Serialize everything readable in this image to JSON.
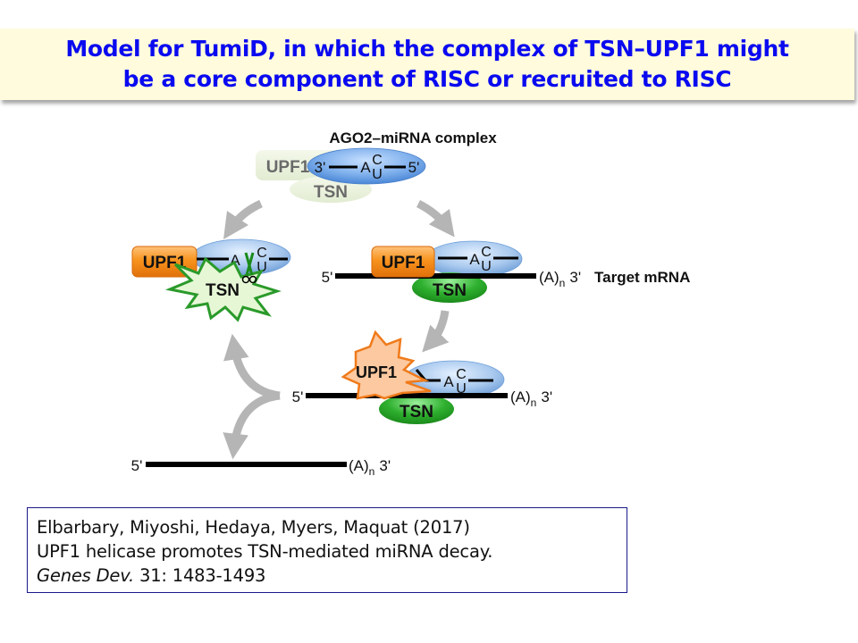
{
  "banner": {
    "line1": "Model for TumiD, in which the complex of TSN–UPF1 might",
    "line2": "be a core component of RISC or recruited to RISC"
  },
  "diagram": {
    "top_complex": {
      "title": "AGO2–miRNA complex",
      "upf1": "UPF1",
      "tsn": "TSN",
      "end3": "3'",
      "end5": "5'",
      "nt_a": "A",
      "nt_c": "C",
      "nt_u": "U"
    },
    "left_complex": {
      "upf1": "UPF1",
      "tsn": "TSN",
      "nt_a": "A",
      "nt_c": "C",
      "nt_u": "U",
      "scissors": "scissors"
    },
    "right_complex": {
      "upf1": "UPF1",
      "tsn": "TSN",
      "nt_a": "A",
      "nt_c": "C",
      "nt_u": "U",
      "end5": "5'",
      "polyA": "(A)",
      "polyA_sub": "n",
      "end3": "3'",
      "target_label": "Target mRNA"
    },
    "middle_complex": {
      "upf1": "UPF1",
      "tsn": "TSN",
      "nt_a": "A",
      "nt_c": "C",
      "nt_u": "U",
      "end5": "5'",
      "polyA": "(A)",
      "polyA_sub": "n",
      "end3": "3'"
    },
    "bottom_mrna": {
      "end5": "5'",
      "polyA": "(A)",
      "polyA_sub": "n",
      "end3": "3'"
    },
    "colors": {
      "upf1_orange": "#f58a1f",
      "tsn_green": "#2fb02f",
      "ago_blue": "#a9c9ee",
      "arrow_gray": "#b5b5b5",
      "burst_green_stroke": "#2a9a2a",
      "burst_green_fill": "#e6f7d6",
      "burst_orange_fill": "#fcc9a0"
    }
  },
  "reference": {
    "authors": "Elbarbary, Miyoshi, Hedaya, Myers, Maquat (2017)",
    "title": "UPF1 helicase promotes TSN-mediated miRNA decay.",
    "journal": "Genes Dev.",
    "citation": " 31: 1483-1493"
  }
}
